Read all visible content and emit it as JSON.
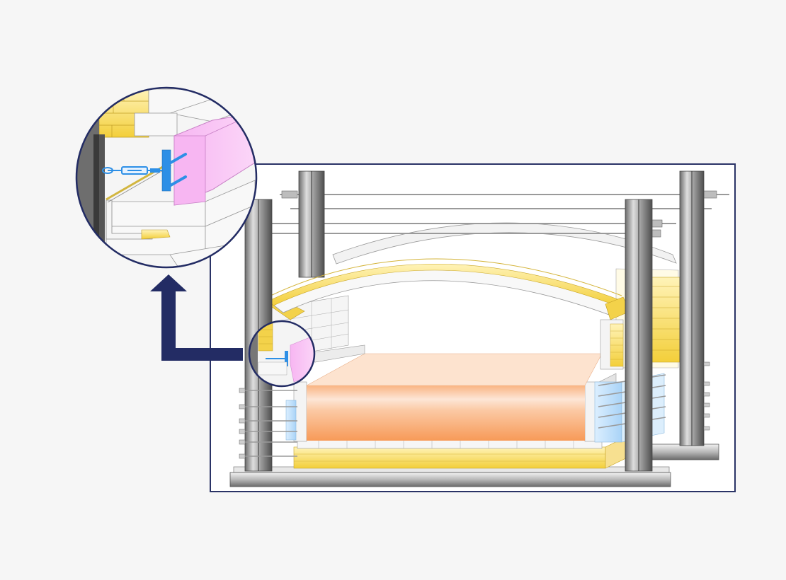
{
  "diagram": {
    "colors": {
      "background": "#f6f6f6",
      "frame_border": "#2a3366",
      "arrow": "#232c64",
      "molten_glass_top": "#fbd2b6",
      "molten_glass_bottom": "#f79d5e",
      "insulation_yellow": "#f6d445",
      "refractory_white": "#f4f4f4",
      "steel_dark": "#5a5a5a",
      "steel_light": "#d8d8d8",
      "burner_block_pink": "#f9c1f5",
      "anchor_blue": "#2d8fe6"
    },
    "components": {
      "frame": "frame-box",
      "detail": "magnifier-circle",
      "arrow": "l-arrow-up",
      "furnace": "glass-furnace-cross-section"
    }
  }
}
